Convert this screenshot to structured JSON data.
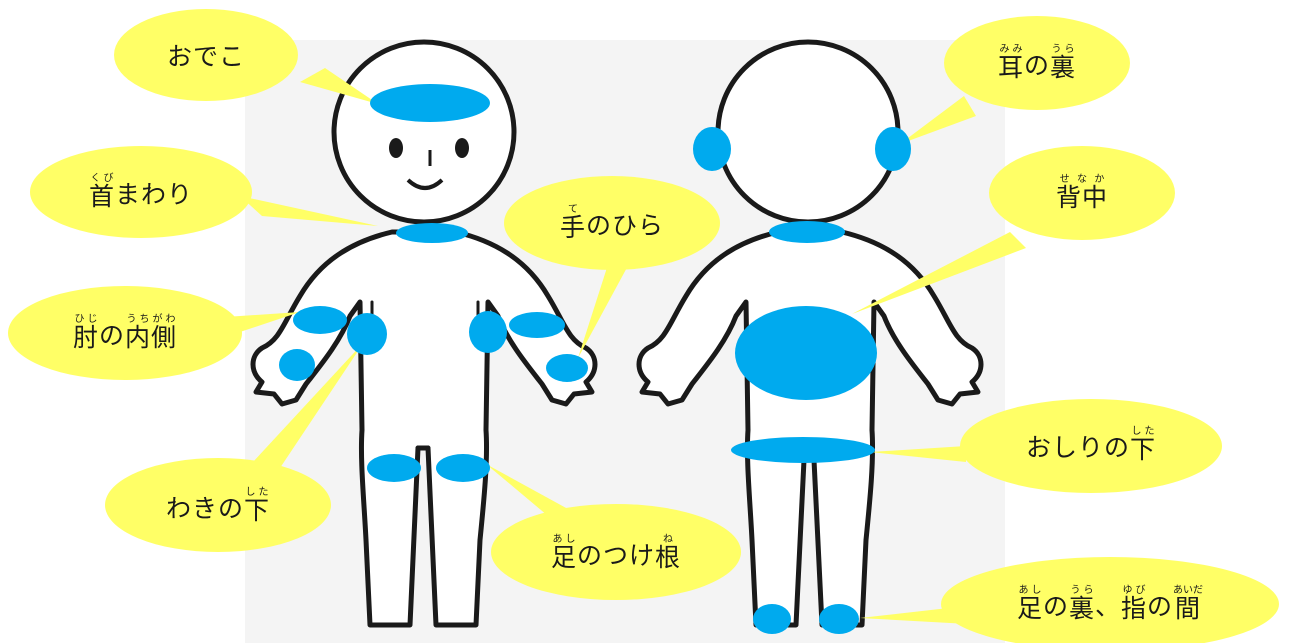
{
  "colors": {
    "bubble": "#ffff66",
    "spot": "#00aaee",
    "outline": "#1a1a1a",
    "pointer": "#ffff66"
  },
  "figures": {
    "front": "child-front-view",
    "back": "child-back-view"
  },
  "labels": {
    "forehead": {
      "segments": [
        {
          "text": "おでこ"
        }
      ]
    },
    "neck": {
      "segments": [
        {
          "text": "首",
          "ruby": "くび"
        },
        {
          "text": "まわり"
        }
      ]
    },
    "elbow": {
      "segments": [
        {
          "text": "肘",
          "ruby": "ひじ"
        },
        {
          "text": "の"
        },
        {
          "text": "内側",
          "ruby": "うちがわ"
        }
      ]
    },
    "armpit": {
      "segments": [
        {
          "text": "わきの"
        },
        {
          "text": "下",
          "ruby": "した"
        }
      ]
    },
    "palm": {
      "segments": [
        {
          "text": "手",
          "ruby": "て"
        },
        {
          "text": "のひら"
        }
      ]
    },
    "groin": {
      "segments": [
        {
          "text": "足",
          "ruby": "あし"
        },
        {
          "text": "のつけ"
        },
        {
          "text": "根",
          "ruby": "ね"
        }
      ]
    },
    "behind_ear": {
      "segments": [
        {
          "text": "耳",
          "ruby": "みみ"
        },
        {
          "text": "の"
        },
        {
          "text": "裏",
          "ruby": "うら"
        }
      ]
    },
    "back": {
      "segments": [
        {
          "text": "背中",
          "ruby": "せなか"
        }
      ]
    },
    "under_buttocks": {
      "segments": [
        {
          "text": "おしりの"
        },
        {
          "text": "下",
          "ruby": "した"
        }
      ]
    },
    "soles_toes": {
      "segments": [
        {
          "text": "足",
          "ruby": "あし"
        },
        {
          "text": "の"
        },
        {
          "text": "裏",
          "ruby": "うら"
        },
        {
          "text": "、"
        },
        {
          "text": "指",
          "ruby": "ゆび"
        },
        {
          "text": "の"
        },
        {
          "text": "間",
          "ruby": "あいだ"
        }
      ]
    }
  }
}
